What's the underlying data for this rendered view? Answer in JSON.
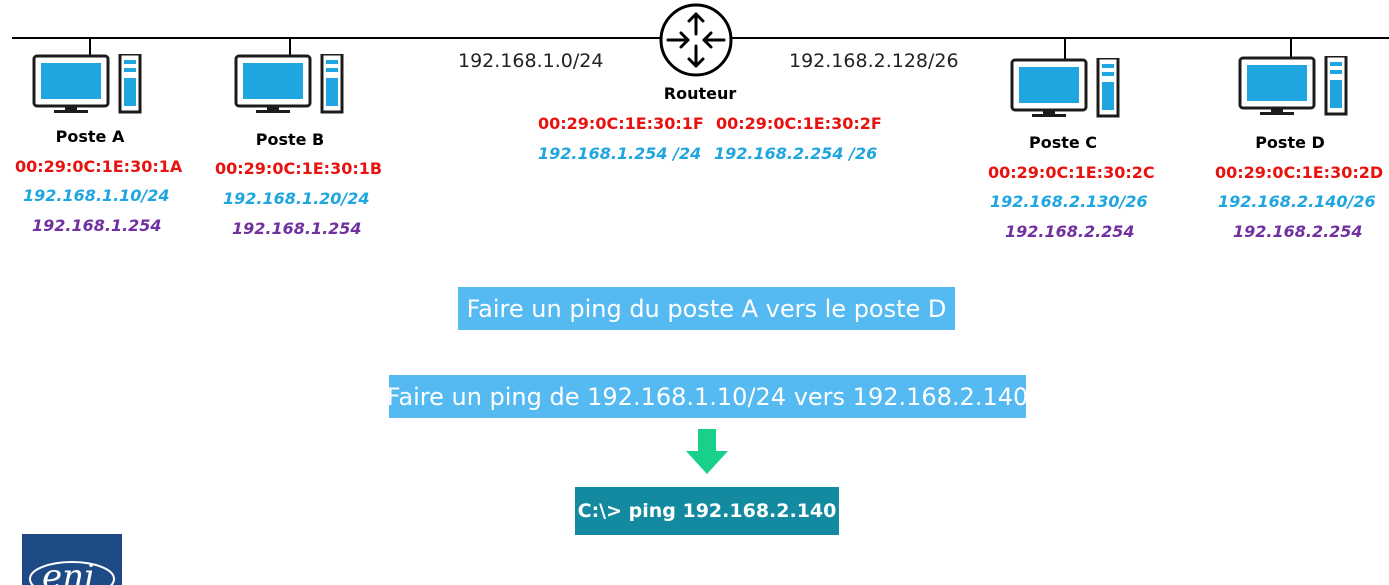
{
  "router": {
    "name": "Routeur",
    "mac_left": "00:29:0C:1E:30:1F",
    "ip_left": "192.168.1.254 /24",
    "mac_right": "00:29:0C:1E:30:2F",
    "ip_right": "192.168.2.254 /26"
  },
  "networks": {
    "left": "192.168.1.0/24",
    "right": "192.168.2.128/26"
  },
  "hosts": [
    {
      "name": "Poste A",
      "mac": "00:29:0C:1E:30:1A",
      "ip": "192.168.1.10/24",
      "gateway": "192.168.1.254"
    },
    {
      "name": "Poste B",
      "mac": "00:29:0C:1E:30:1B",
      "ip": "192.168.1.20/24",
      "gateway": "192.168.1.254"
    },
    {
      "name": "Poste C",
      "mac": "00:29:0C:1E:30:2C",
      "ip": "192.168.2.130/26",
      "gateway": "192.168.2.254"
    },
    {
      "name": "Poste D",
      "mac": "00:29:0C:1E:30:2D",
      "ip": "192.168.2.140/26",
      "gateway": "192.168.2.254"
    }
  ],
  "banners": {
    "task": "Faire un ping du poste A vers le poste D",
    "task_ip": "Faire un ping de 192.168.1.10/24 vers 192.168.2.140"
  },
  "command": "C:\\> ping 192.168.2.140",
  "logo": {
    "text": "eni"
  },
  "colors": {
    "mac": "#e8120e",
    "ip": "#1fa6e0",
    "gateway": "#7030a0",
    "banner": "#55b9f2",
    "command_bg": "#138a9f",
    "arrow": "#19d08a",
    "computer": "#1fa6e0"
  },
  "icons": {
    "host": "desktop-computer-icon",
    "router": "router-icon",
    "arrow": "down-arrow-icon"
  }
}
